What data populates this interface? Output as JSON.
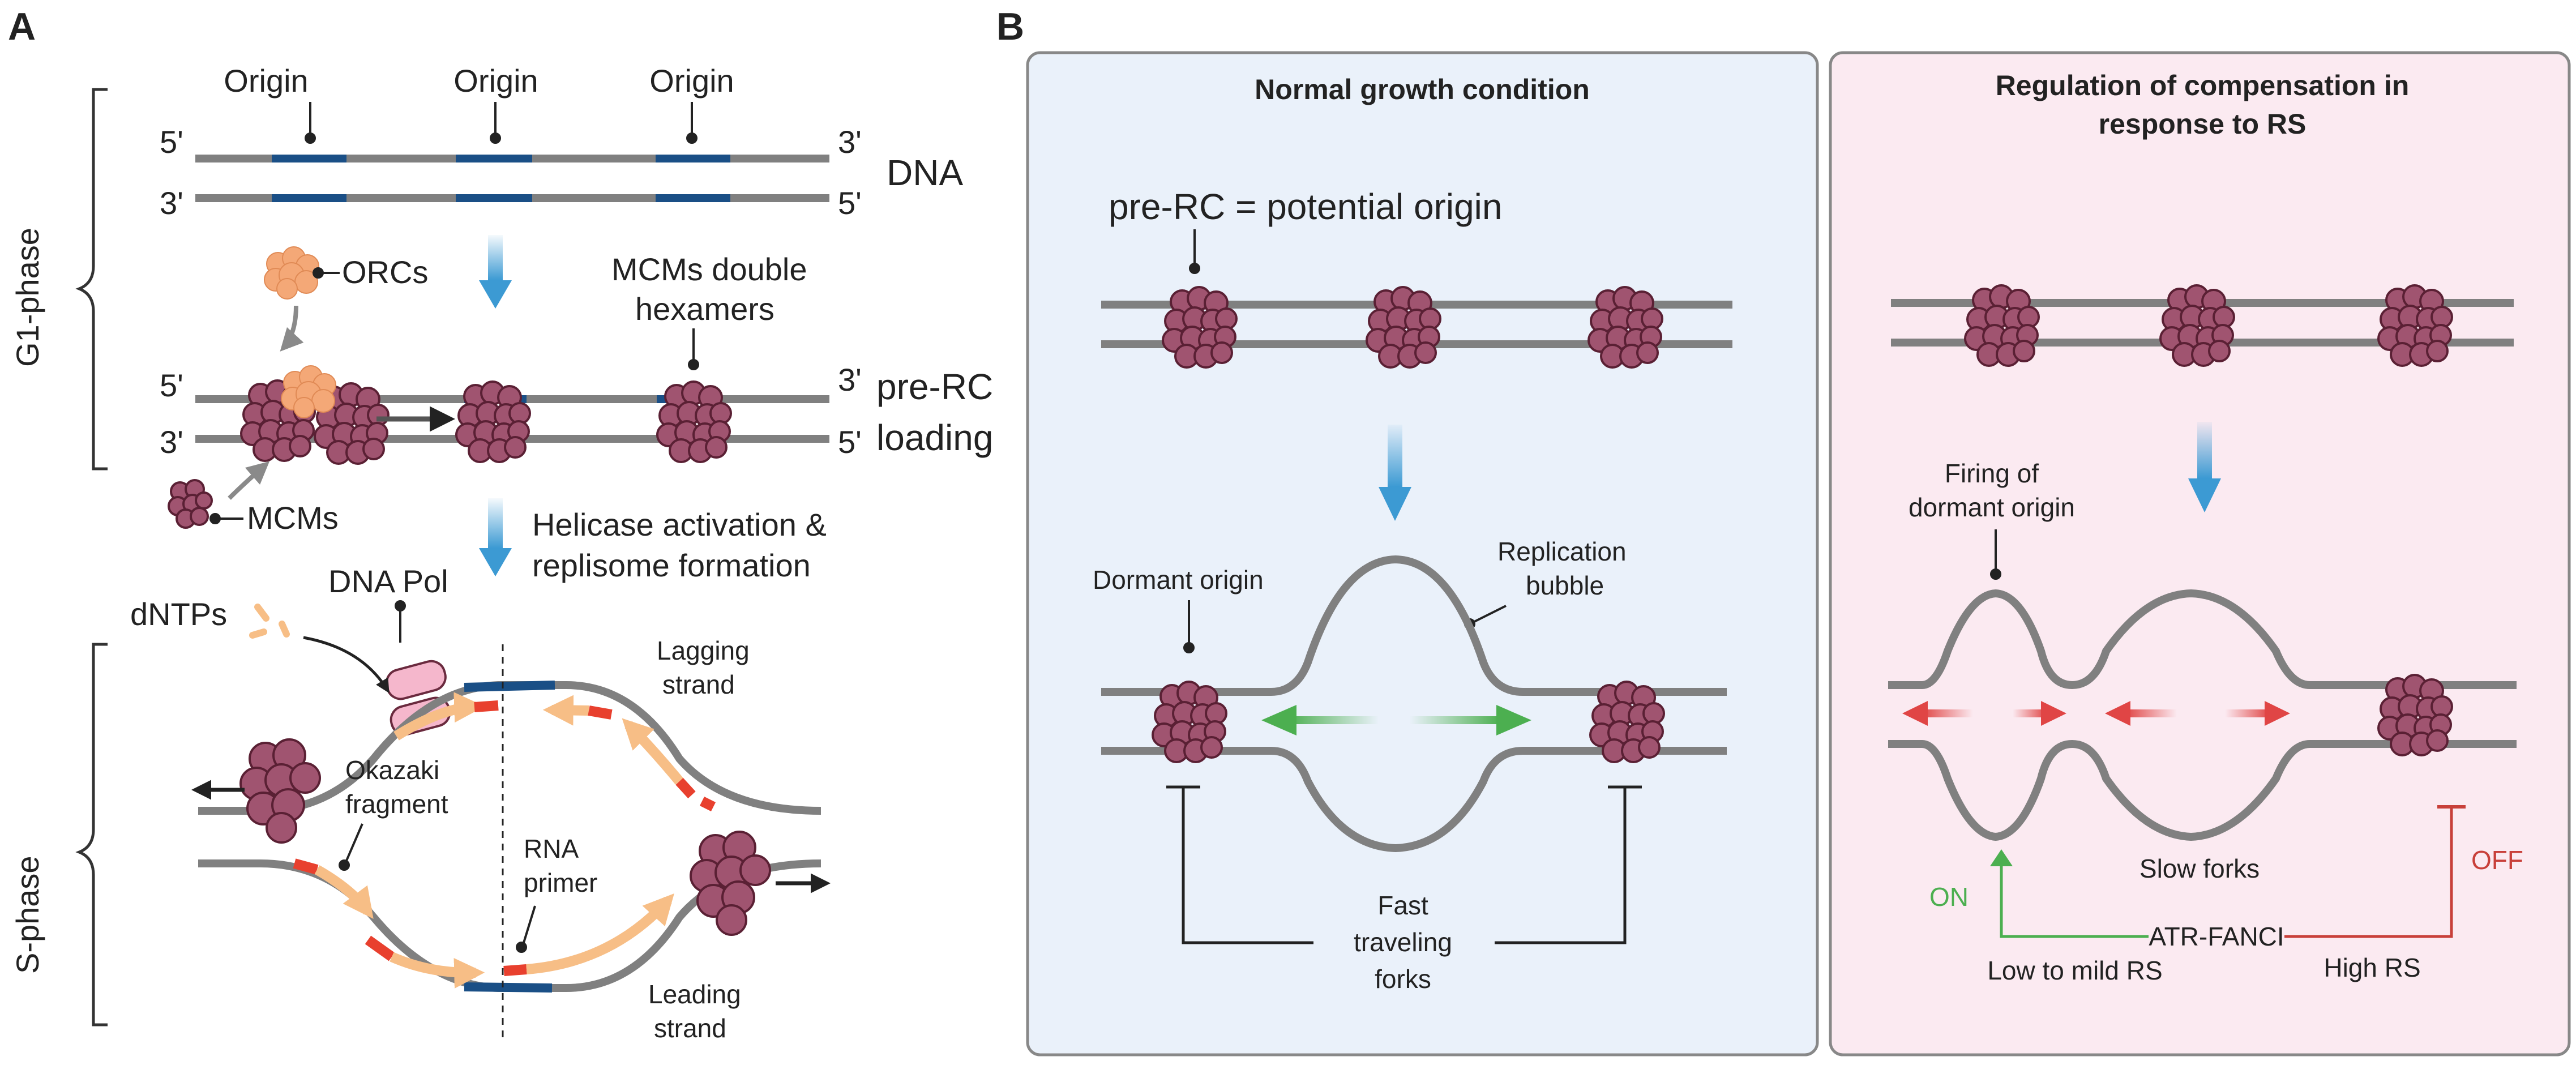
{
  "panel_a": {
    "letter": "A",
    "phase_g1": "G1-phase",
    "phase_s": "S-phase",
    "origin1": "Origin",
    "origin2": "Origin",
    "origin3": "Origin",
    "five_prime": "5'",
    "three_prime": "3'",
    "dna": "DNA",
    "orcs": "ORCs",
    "mcm_double_line1": "MCMs double",
    "mcm_double_line2": "hexamers",
    "prerc_line1": "pre-RC",
    "prerc_line2": "loading",
    "mcms": "MCMs",
    "helicase_line1": "Helicase activation &",
    "helicase_line2": "replisome formation",
    "dna_pol": "DNA Pol",
    "dntps": "dNTPs",
    "lagging_line1": "Lagging",
    "lagging_line2": "strand",
    "okazaki_line1": "Okazaki",
    "okazaki_line2": "fragment",
    "rna_line1": "RNA",
    "rna_line2": "primer",
    "leading_line1": "Leading",
    "leading_line2": "strand"
  },
  "panel_b": {
    "letter": "B",
    "normal": {
      "title": "Normal growth condition",
      "prerc": "pre-RC = potential origin",
      "dormant": "Dormant origin",
      "replication_line1": "Replication",
      "replication_line2": "bubble",
      "fast_line1": "Fast",
      "fast_line2": "traveling",
      "fast_line3": "forks"
    },
    "rs": {
      "title_line1": "Regulation of compensation in",
      "title_line2": "response to RS",
      "firing_line1": "Firing of",
      "firing_line2": "dormant origin",
      "slow_forks": "Slow forks",
      "on": "ON",
      "off": "OFF",
      "atr": "ATR-FANCI",
      "low_rs": "Low to mild RS",
      "high_rs": "High RS"
    }
  },
  "colors": {
    "dna_gray": "#808080",
    "origin_blue": "#1a4f86",
    "mcm_fill": "#a05470",
    "mcm_stroke": "#5a2034",
    "orc_fill": "#f4a877",
    "primer_red": "#e8402e",
    "fragment_orange": "#f7be86",
    "pol_pink": "#f5b7cc",
    "panel_blue_bg": "#eaf1fa",
    "panel_pink_bg": "#fbeaf1",
    "arrow_blue": "#3c9ad3",
    "arrow_green": "#4caf50",
    "arrow_red": "#e04545",
    "on_green": "#4caf50",
    "off_red": "#c8403a"
  }
}
